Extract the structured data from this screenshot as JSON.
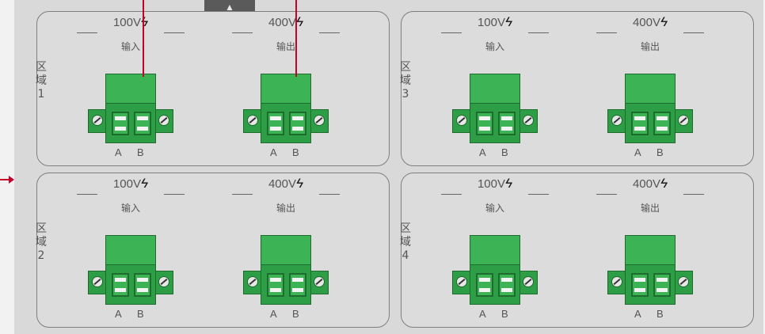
{
  "zones": [
    {
      "label": [
        "区",
        "域",
        "1"
      ],
      "inputs": [
        {
          "volt": "100V",
          "kind": "输入"
        },
        {
          "volt": "400V",
          "kind": "输出"
        }
      ]
    },
    {
      "label": [
        "区",
        "域",
        "3"
      ],
      "inputs": [
        {
          "volt": "100V",
          "kind": "输入"
        },
        {
          "volt": "400V",
          "kind": "输出"
        }
      ]
    },
    {
      "label": [
        "区",
        "域",
        "2"
      ],
      "inputs": [
        {
          "volt": "100V",
          "kind": "输入"
        },
        {
          "volt": "400V",
          "kind": "输出"
        }
      ]
    },
    {
      "label": [
        "区",
        "域",
        "4"
      ],
      "inputs": [
        {
          "volt": "100V",
          "kind": "输入"
        },
        {
          "volt": "400V",
          "kind": "输出"
        }
      ]
    }
  ],
  "pins": {
    "a": "A",
    "b": "B"
  },
  "lightning_symbol": "ϟ",
  "colors": {
    "connector": "#2e9e46",
    "connector_dark": "#1d6b2d",
    "pointer": "#c4002b"
  }
}
